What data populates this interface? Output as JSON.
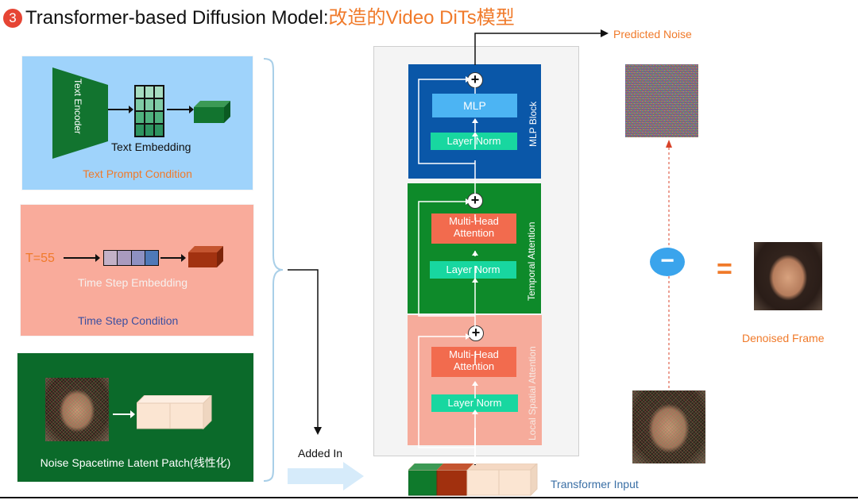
{
  "title": {
    "number": "3",
    "main": "Transformer-based Diffusion Model:",
    "cn": "改造的Video DiTs模型"
  },
  "text_panel": {
    "encoder": "Text Encoder",
    "embedding": "Text Embedding",
    "condition": "Text Prompt Condition"
  },
  "time_panel": {
    "t_value": "T=55",
    "embedding": "Time Step Embedding",
    "condition": "Time Step Condition"
  },
  "noise_panel": {
    "label": "Noise Spacetime Latent Patch(线性化)"
  },
  "added_in": "Added In",
  "transformer_input": "Transformer Input",
  "blocks": {
    "mlp": {
      "side": "MLP Block",
      "top": "MLP",
      "norm": "Layer Norm"
    },
    "temporal": {
      "side": "Temporal  Attention",
      "top": "Multi-Head\nAttention",
      "norm": "Layer Norm"
    },
    "spatial": {
      "side": "Local Spatial Attention",
      "top": "Multi-Head\nAttention",
      "norm": "Layer Norm"
    }
  },
  "predicted_noise": "Predicted Noise",
  "minus": "−",
  "equals": "=",
  "denoised_frame": "Denoised Frame",
  "colors": {
    "text_panel": "#9fd3fb",
    "time_panel": "#f9ab9b",
    "noise_panel": "#0b6a2a",
    "mlp_block": "#0a57a8",
    "temporal_block": "#0e8a2a",
    "spatial_block": "#f6ab9b",
    "accent_orange": "#f07a2a",
    "minus_circle": "#3aa4ec"
  }
}
